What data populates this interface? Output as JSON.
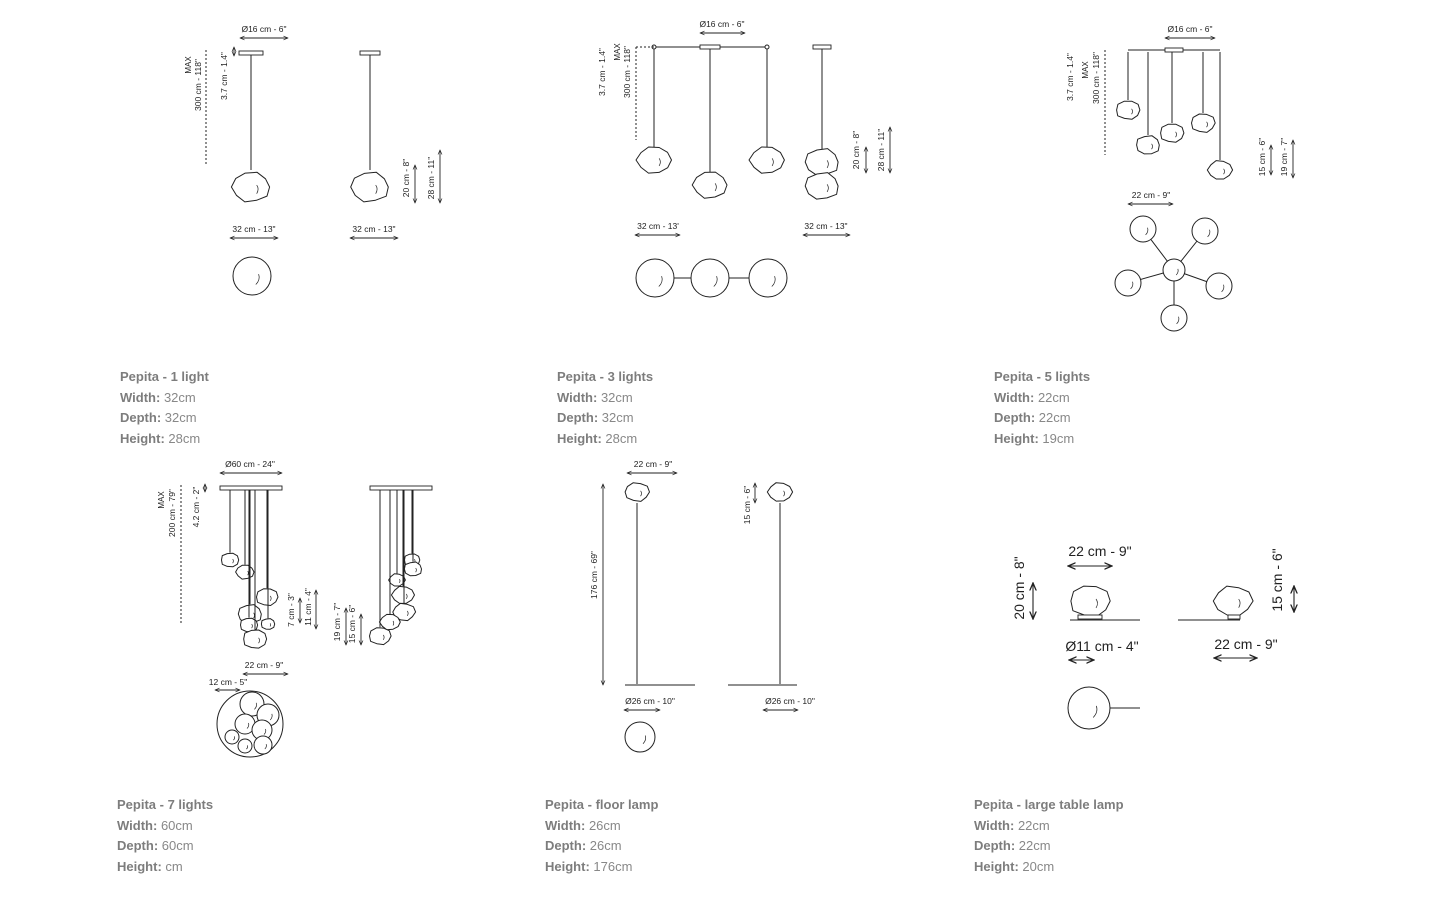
{
  "products": [
    {
      "title": "Pepita - 1 light",
      "specs": [
        {
          "label": "Width:",
          "value": "32cm"
        },
        {
          "label": "Depth:",
          "value": "32cm"
        },
        {
          "label": "Height:",
          "value": "28cm"
        }
      ],
      "dims": {
        "canopy": "Ø16 cm - 6\"",
        "max": "MAX",
        "cable": "300 cm - 118\"",
        "canopy_h": "3.7 cm - 1.4\"",
        "width_front": "32 cm - 13\"",
        "width_side": "32 cm - 13\"",
        "glass_h": "20 cm - 8\"",
        "total_h": "28 cm - 11\""
      }
    },
    {
      "title": "Pepita - 3 lights",
      "specs": [
        {
          "label": "Width:",
          "value": "32cm"
        },
        {
          "label": "Depth:",
          "value": "32cm"
        },
        {
          "label": "Height:",
          "value": "28cm"
        }
      ],
      "dims": {
        "canopy": "Ø16 cm - 6\"",
        "canopy_h": "3.7 cm - 1.4\"",
        "max": "MAX",
        "cable": "300 cm - 118\"",
        "glass_h": "20 cm - 8\"",
        "total_h": "28 cm - 11\"",
        "width_front": "32 cm - 13'",
        "width_side": "32 cm - 13\""
      }
    },
    {
      "title": "Pepita - 5 lights",
      "specs": [
        {
          "label": "Width:",
          "value": "22cm"
        },
        {
          "label": "Depth:",
          "value": "22cm"
        },
        {
          "label": "Height:",
          "value": "19cm"
        }
      ],
      "dims": {
        "canopy": "Ø16 cm - 6\"",
        "canopy_h": "3.7 cm - 1.4\"",
        "max": "MAX",
        "cable": "300 cm - 118\"",
        "glass_h": "15 cm - 6\"",
        "total_h": "19 cm - 7\"",
        "width_top": "22 cm - 9\""
      }
    },
    {
      "title": "Pepita - 7 lights",
      "specs": [
        {
          "label": "Width:",
          "value": "60cm"
        },
        {
          "label": "Depth:",
          "value": "60cm"
        },
        {
          "label": "Height:",
          "value": "cm"
        }
      ],
      "dims": {
        "canopy": "Ø60 cm - 24\"",
        "max": "MAX",
        "cable": "200 cm - 79\"",
        "canopy_h": "4.2 cm - 2\"",
        "small_h": "7 cm - 3\"",
        "small_total": "11 cm - 4\"",
        "large_total": "19 cm - 7\"",
        "large_h": "15 cm - 6\"",
        "width_large": "22 cm - 9\"",
        "width_small": "12 cm - 5\""
      }
    },
    {
      "title": "Pepita - floor lamp",
      "specs": [
        {
          "label": "Width:",
          "value": "26cm"
        },
        {
          "label": "Depth:",
          "value": "26cm"
        },
        {
          "label": "Height:",
          "value": "176cm"
        }
      ],
      "dims": {
        "glass_w": "22 cm - 9\"",
        "height": "176 cm - 69\"",
        "glass_h": "15 cm - 6\"",
        "base_front": "Ø26 cm - 10\"",
        "base_side": "Ø26 cm - 10\""
      }
    },
    {
      "title": "Pepita - large table lamp",
      "specs": [
        {
          "label": "Width:",
          "value": "22cm"
        },
        {
          "label": "Depth:",
          "value": "22cm"
        },
        {
          "label": "Height:",
          "value": "20cm"
        }
      ],
      "dims": {
        "width_top": "22 cm - 9\"",
        "height": "20 cm - 8\"",
        "base": "Ø11 cm - 4\"",
        "glass_h": "15 cm - 6\"",
        "width_side": "22 cm - 9\""
      }
    }
  ]
}
